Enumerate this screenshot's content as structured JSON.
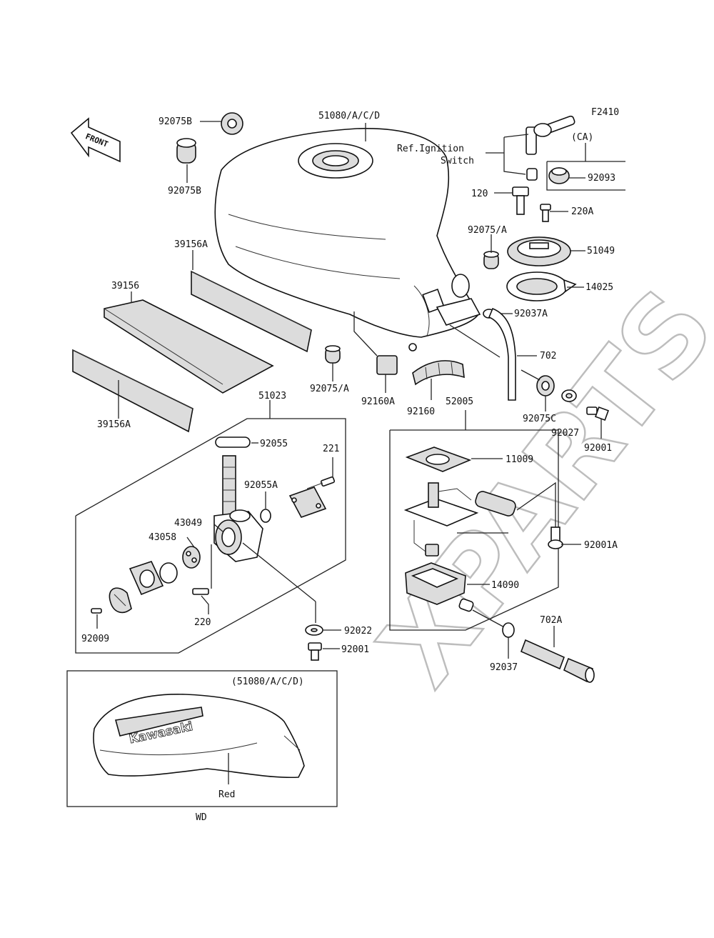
{
  "figure_code": "F2410",
  "front_label": "FRONT",
  "watermark": "XPARTS",
  "labels": {
    "p51080": "51080/A/C/D",
    "p92075B_top": "92075B",
    "p92075B_bot": "92075B",
    "ref_ignition_1": "Ref.Ignition",
    "ref_ignition_2": "Switch",
    "ca": "(CA)",
    "p92093": "92093",
    "p120": "120",
    "p220A": "220A",
    "p92075A_r": "92075/A",
    "p51049": "51049",
    "p14025": "14025",
    "p92037A": "92037A",
    "p39156A_top": "39156A",
    "p39156": "39156",
    "p39156A_bot": "39156A",
    "p702": "702",
    "p92075A_m": "92075/A",
    "p92160A": "92160A",
    "p92160": "92160",
    "p52005": "52005",
    "p92075C": "92075C",
    "p92027": "92027",
    "p92001_r": "92001",
    "p51023": "51023",
    "p92055": "92055",
    "p221": "221",
    "p92055A": "92055A",
    "p43049": "43049",
    "p43058": "43058",
    "p11009": "11009",
    "p92001A": "92001A",
    "p14090": "14090",
    "p220": "220",
    "p92009": "92009",
    "p92022": "92022",
    "p92001_b": "92001",
    "p702A": "702A",
    "p92037": "92037",
    "inset_ref": "(51080/A/C/D)",
    "kawasaki": "Kawasaki",
    "red": "Red",
    "wd": "WD"
  }
}
